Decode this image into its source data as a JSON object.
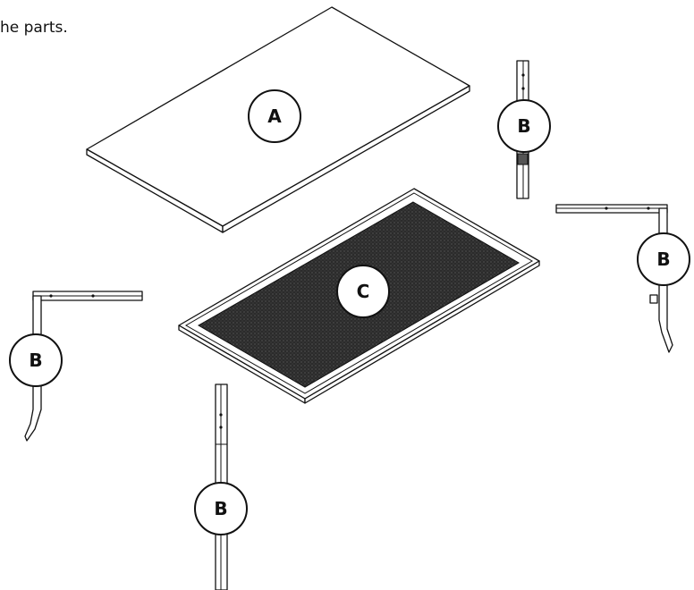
{
  "caption": "he parts.",
  "callouts": [
    {
      "label": "A",
      "text_color": "#111111",
      "fill": "#ffffff"
    },
    {
      "label": "B",
      "text_color": "#111111",
      "fill": "#ffffff"
    },
    {
      "label": "B",
      "text_color": "#111111",
      "fill": "#ffffff"
    },
    {
      "label": "C",
      "text_color": "#111111",
      "fill": "#ffffff"
    },
    {
      "label": "B",
      "text_color": "#111111",
      "fill": "#ffffff"
    },
    {
      "label": "B",
      "text_color": "#111111",
      "fill": "#ffffff"
    }
  ],
  "colors": {
    "line": "#111111",
    "background": "#ffffff",
    "mesh": "#2b2b2b"
  }
}
